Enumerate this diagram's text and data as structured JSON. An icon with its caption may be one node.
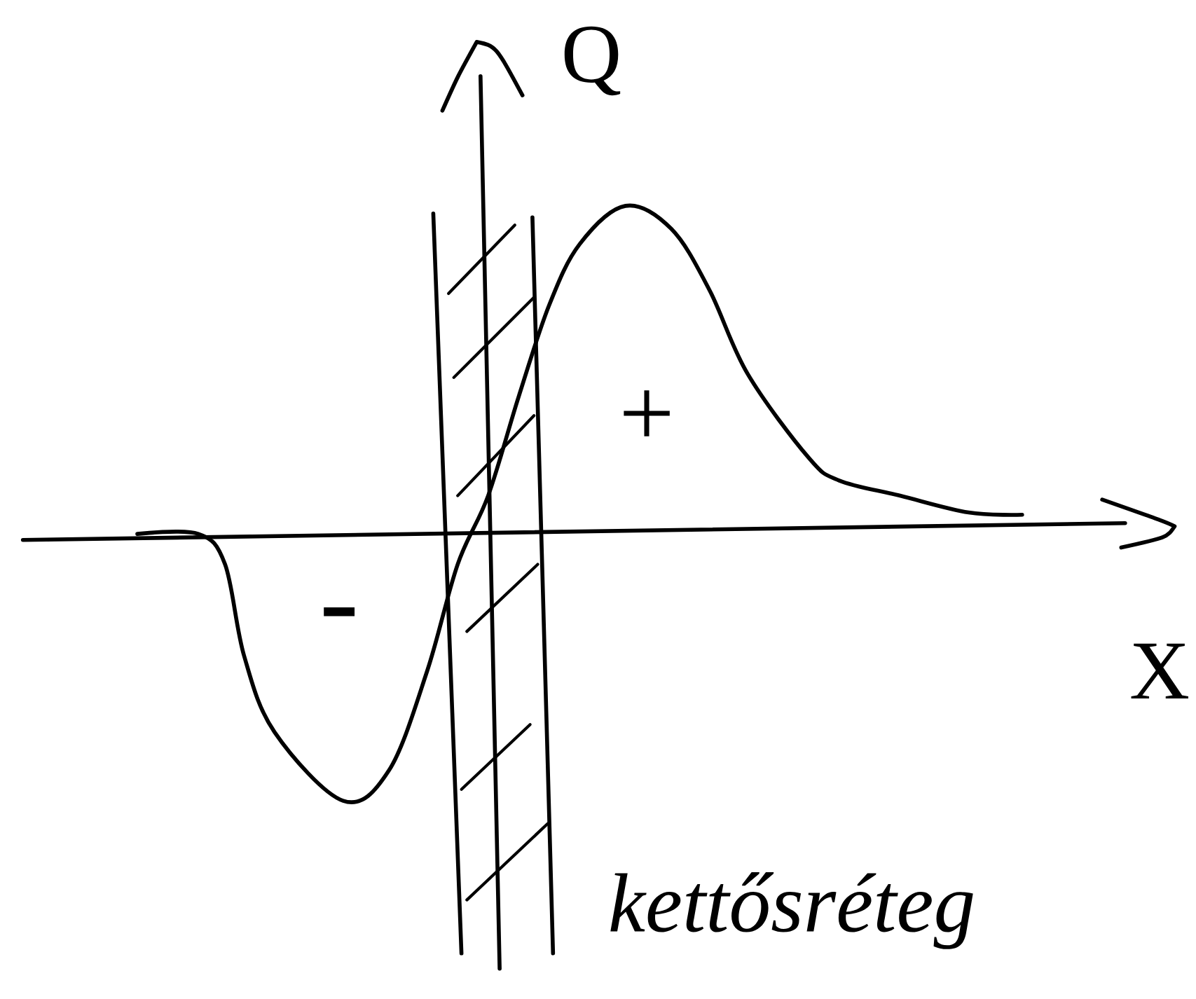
{
  "diagram": {
    "labels": [
      "Q",
      "+",
      "-",
      "X",
      "kettősréteg"
    ]
  }
}
